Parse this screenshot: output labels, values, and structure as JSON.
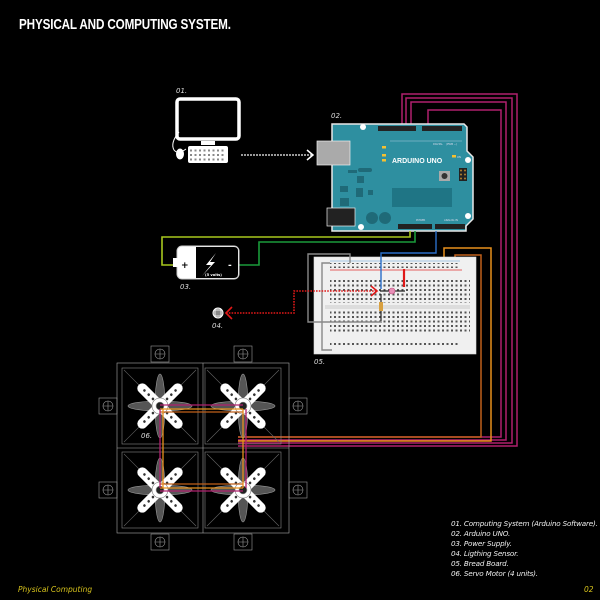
{
  "page": {
    "title": "PHYSICAL AND COMPUTING SYSTEM.",
    "footer_left": "Physical Computing",
    "page_number": "02"
  },
  "components": [
    {
      "number": "01.",
      "name": "computing-system"
    },
    {
      "number": "02.",
      "name": "arduino-uno"
    },
    {
      "number": "03.",
      "name": "power-supply"
    },
    {
      "number": "04.",
      "name": "lighting-sensor"
    },
    {
      "number": "05.",
      "name": "bread-board"
    },
    {
      "number": "06.",
      "name": "servo-motors"
    }
  ],
  "arduino": {
    "board_label": "ARDUINO UNO",
    "digital_label": "DIGITAL",
    "pwm_label": "(PWM ~)",
    "power_label": "POWER",
    "analog_label": "ANALOG IN",
    "on_label": "ON",
    "reset_label": "RESET",
    "icsp_label": "ICSP",
    "aref_label": "AREF",
    "l_label": "L",
    "tx_label": "TX",
    "rx_label": "RX"
  },
  "battery": {
    "plus": "+",
    "minus": "-",
    "voltage": "(5 volts)"
  },
  "legend": [
    "01. Computing System (Arduino Software).",
    "02. Arduino UNO.",
    "03. Power Supply.",
    "04. Ligthing Sensor.",
    "05. Bread Board.",
    "06. Servo Motor (4 units)."
  ],
  "colors": {
    "background": "#000000",
    "arduino_teal": "#2e8fa0",
    "wire_magenta": "#b0206e",
    "wire_orange": "#e8901c",
    "wire_dark_orange": "#c0601a",
    "wire_lime": "#a8c81e",
    "wire_green": "#1a9a3a",
    "wire_blue": "#2a6ec8",
    "wire_red": "#e01818",
    "wire_gray": "#888888",
    "footer_yellow": "#d6c21c"
  }
}
